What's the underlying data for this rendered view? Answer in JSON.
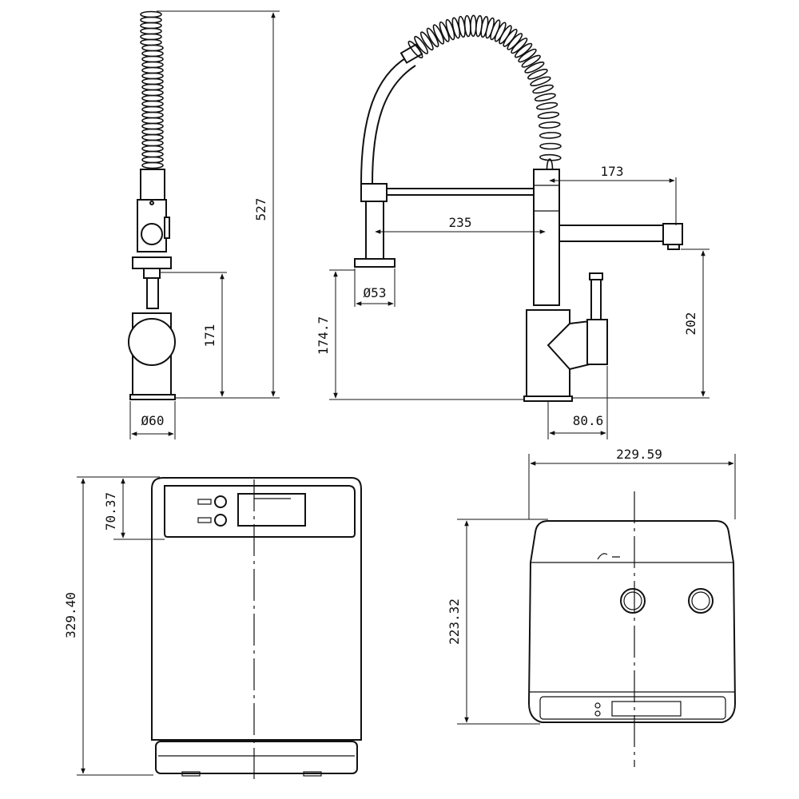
{
  "faucet": {
    "height_total": "527",
    "height_left": "171",
    "base_dia": "Ø60",
    "reach_upper": "173",
    "reach_lower": "235",
    "sprayer_dia": "Ø53",
    "height_spout": "174.7",
    "height_right": "202",
    "handle_offset": "80.6"
  },
  "heater_front": {
    "height_total": "329.40",
    "panel_height": "70.37"
  },
  "heater_side": {
    "width": "229.59",
    "height": "223.32"
  }
}
